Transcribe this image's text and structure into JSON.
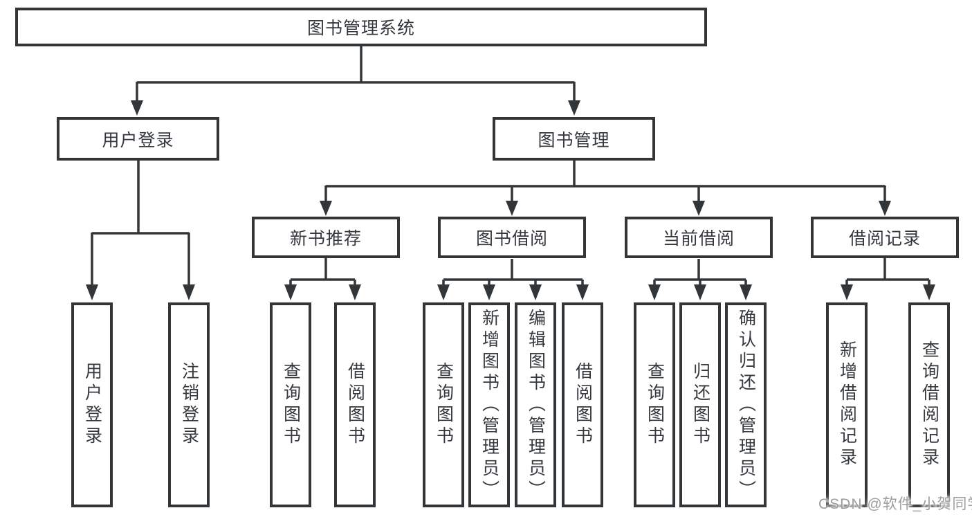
{
  "tree": {
    "label": "图书管理系统",
    "children": [
      {
        "label": "用户登录",
        "children": [
          {
            "label": "用户登录"
          },
          {
            "label": "注销登录"
          }
        ]
      },
      {
        "label": "图书管理",
        "children": [
          {
            "label": "新书推荐",
            "children": [
              {
                "label": "查询图书"
              },
              {
                "label": "借阅图书"
              }
            ]
          },
          {
            "label": "图书借阅",
            "children": [
              {
                "label": "查询图书"
              },
              {
                "label": "新增图书（管理员）"
              },
              {
                "label": "编辑图书（管理员）"
              },
              {
                "label": "借阅图书"
              }
            ]
          },
          {
            "label": "当前借阅",
            "children": [
              {
                "label": "查询图书"
              },
              {
                "label": "归还图书"
              },
              {
                "label": "确认归还（管理员）"
              }
            ]
          },
          {
            "label": "借阅记录",
            "children": [
              {
                "label": "新增借阅记录"
              },
              {
                "label": "查询借阅记录"
              }
            ]
          }
        ]
      }
    ]
  },
  "watermark": {
    "text": "CSDN @软件_小贺同学"
  },
  "colors": {
    "line": "#333639",
    "text": "#35393d",
    "watermark": "#9d9d9d",
    "background": "#ffffff"
  }
}
